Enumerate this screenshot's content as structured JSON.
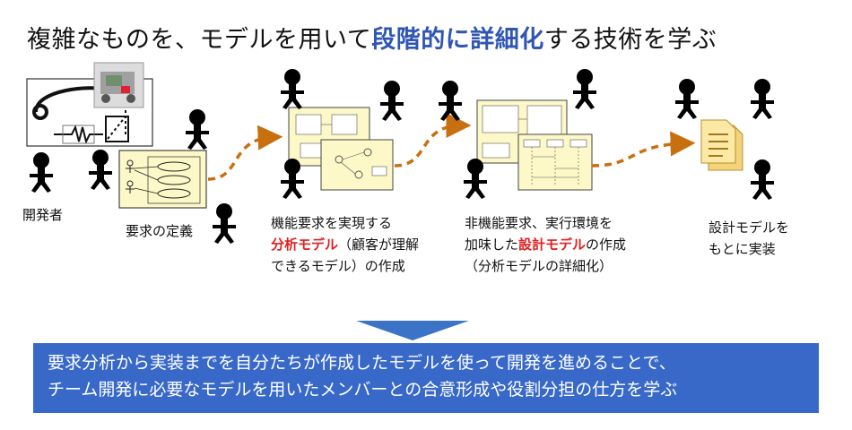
{
  "title": {
    "before": "複雑なものを、モデルを用いて",
    "highlight": "段階的に詳細化",
    "after": "する技術を学ぶ"
  },
  "developer_label": "開発者",
  "steps": {
    "requirements": {
      "label": "要求の定義"
    },
    "analysis": {
      "line1": "機能要求を実現する",
      "emph": "分析モデル",
      "line2_rest": "（顧客が理解",
      "line3": "できるモデル）の作成"
    },
    "design": {
      "line1": "非機能要求、実行環境を",
      "line2_pre": "加味した",
      "emph": "設計モデル",
      "line2_post": "の作成",
      "line3": "（分析モデルの詳細化）"
    },
    "implementation": {
      "line1": "設計モデルを",
      "line2": "もとに実装"
    }
  },
  "summary": {
    "line1": "要求分析から実装までを自分たちが作成したモデルを使って開発を進めることで、",
    "line2": "チーム開発に必要なモデルを用いたメンバーとの合意形成や役割分担の仕方を学ぶ"
  },
  "colors": {
    "person": "#2f69a6",
    "arrow": "#c8700f",
    "highlight_blue": "#2f55b5",
    "emphasis_red": "#e02020",
    "summary_bg": "#3869c9",
    "down_arrow": "#3b74c7",
    "doc_bg": "#fdf8c8"
  },
  "icons": [
    "person-icon",
    "robot-photo",
    "use-case-diagram-icon",
    "uml-diagram-icon",
    "document-icon",
    "down-arrow-icon",
    "dashed-arrow-icon"
  ]
}
